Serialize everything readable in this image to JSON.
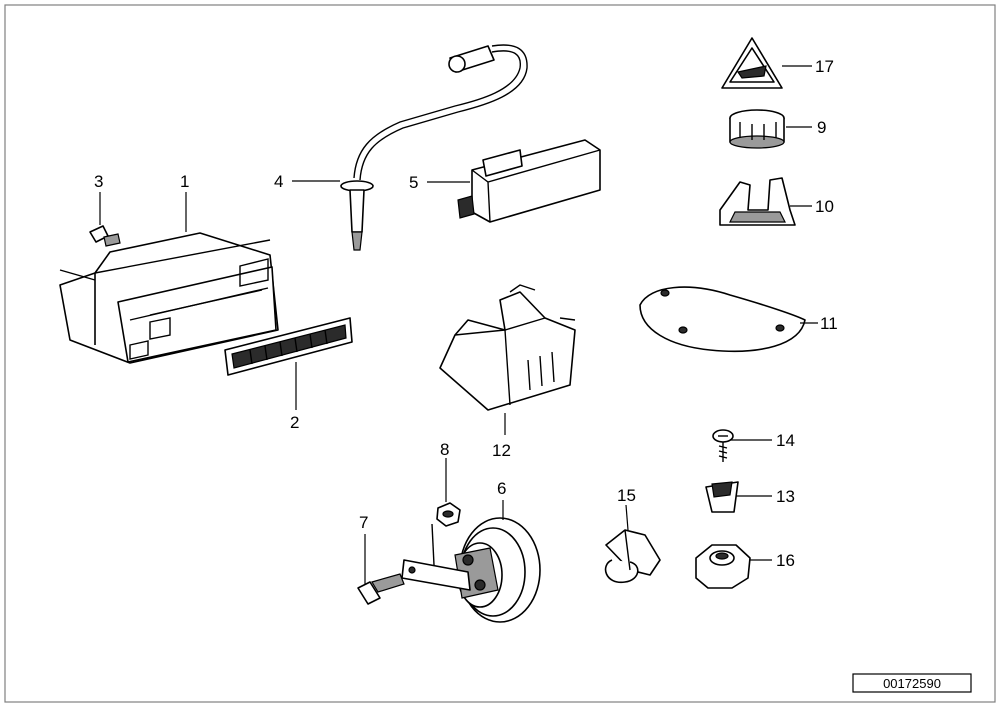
{
  "diagram": {
    "doc_number": "00172590",
    "callouts": [
      {
        "label": "1"
      },
      {
        "label": "2"
      },
      {
        "label": "3"
      },
      {
        "label": "4"
      },
      {
        "label": "5"
      },
      {
        "label": "6"
      },
      {
        "label": "7"
      },
      {
        "label": "8"
      },
      {
        "label": "9"
      },
      {
        "label": "10"
      },
      {
        "label": "11"
      },
      {
        "label": "12"
      },
      {
        "label": "13"
      },
      {
        "label": "14"
      },
      {
        "label": "15"
      },
      {
        "label": "16"
      },
      {
        "label": "17"
      }
    ],
    "colors": {
      "ink": "#000000",
      "paper": "#ffffff",
      "frame": "#808080"
    }
  }
}
